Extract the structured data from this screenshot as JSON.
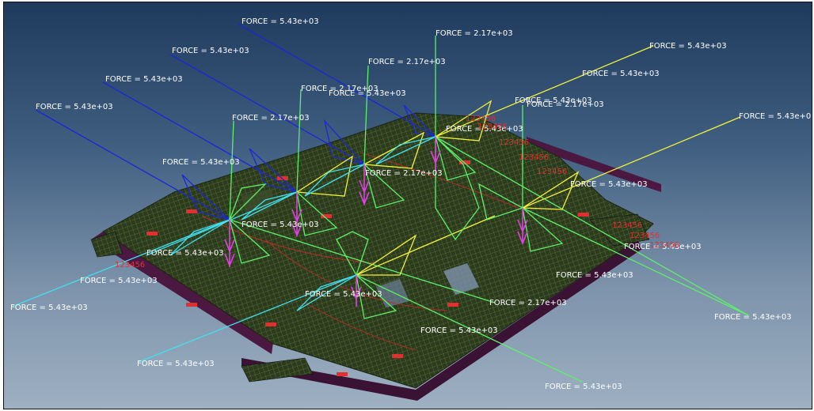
{
  "colors": {
    "background_top": "#1f3a5c",
    "background_bottom": "#9eb0c2",
    "mesh_fill": "#2c3a1e",
    "mesh_line": "#5d7a3a",
    "mesh_side": "#4a1840",
    "force_blue": "#1a28d8",
    "force_green": "#5cf06a",
    "force_yellow": "#f2f23a",
    "force_cyan": "#40e0f0",
    "constraint_magenta": "#e040e0",
    "node_red": "#e03030",
    "label_white": "#ffffff"
  },
  "force_labels": [
    {
      "text": "FORCE = 5.43e+03"
    },
    {
      "text": "FORCE = 2.17e+03"
    },
    {
      "text": "FORCE = 5.43e+03"
    },
    {
      "text": "FORCE = 2.17e+03"
    },
    {
      "text": "FORCE = 5.43e+03"
    },
    {
      "text": "FORCE = 5.43e+03"
    },
    {
      "text": "FORCE = 2.17e+03"
    },
    {
      "text": "FORCE = 5.43e+03"
    },
    {
      "text": "FORCE = 5.43e+03"
    },
    {
      "text": "FORCE = 2.17e+03"
    },
    {
      "text": "FORCE = 5.43e+03"
    },
    {
      "text": "FORCE = 5.43e+03"
    },
    {
      "text": "FORCE = 2.17e+03"
    },
    {
      "text": "FORCE = 5.43e+03"
    },
    {
      "text": "FORCE = 5.43e+03"
    },
    {
      "text": "FORCE = 5.43e+03"
    },
    {
      "text": "FORCE = 5.43e+03"
    },
    {
      "text": "FORCE = 5.43e+03"
    },
    {
      "text": "FORCE = 5.43e+03"
    },
    {
      "text": "FORCE = 5.43e+03"
    },
    {
      "text": "FORCE = 5.43e+03"
    },
    {
      "text": "FORCE = 5.43e+03"
    },
    {
      "text": "FORCE = 5.43e+03"
    },
    {
      "text": "FORCE = 2.17e+03"
    },
    {
      "text": "FORCE = 5.43e+03"
    },
    {
      "text": "FORCE = 5.43e+03"
    }
  ],
  "node_labels": [
    {
      "text": "123456"
    },
    {
      "text": "123456"
    },
    {
      "text": "123456"
    },
    {
      "text": "123456"
    },
    {
      "text": "123456"
    },
    {
      "text": "123456"
    },
    {
      "text": "123456"
    },
    {
      "text": "123456"
    },
    {
      "text": "123456"
    }
  ]
}
